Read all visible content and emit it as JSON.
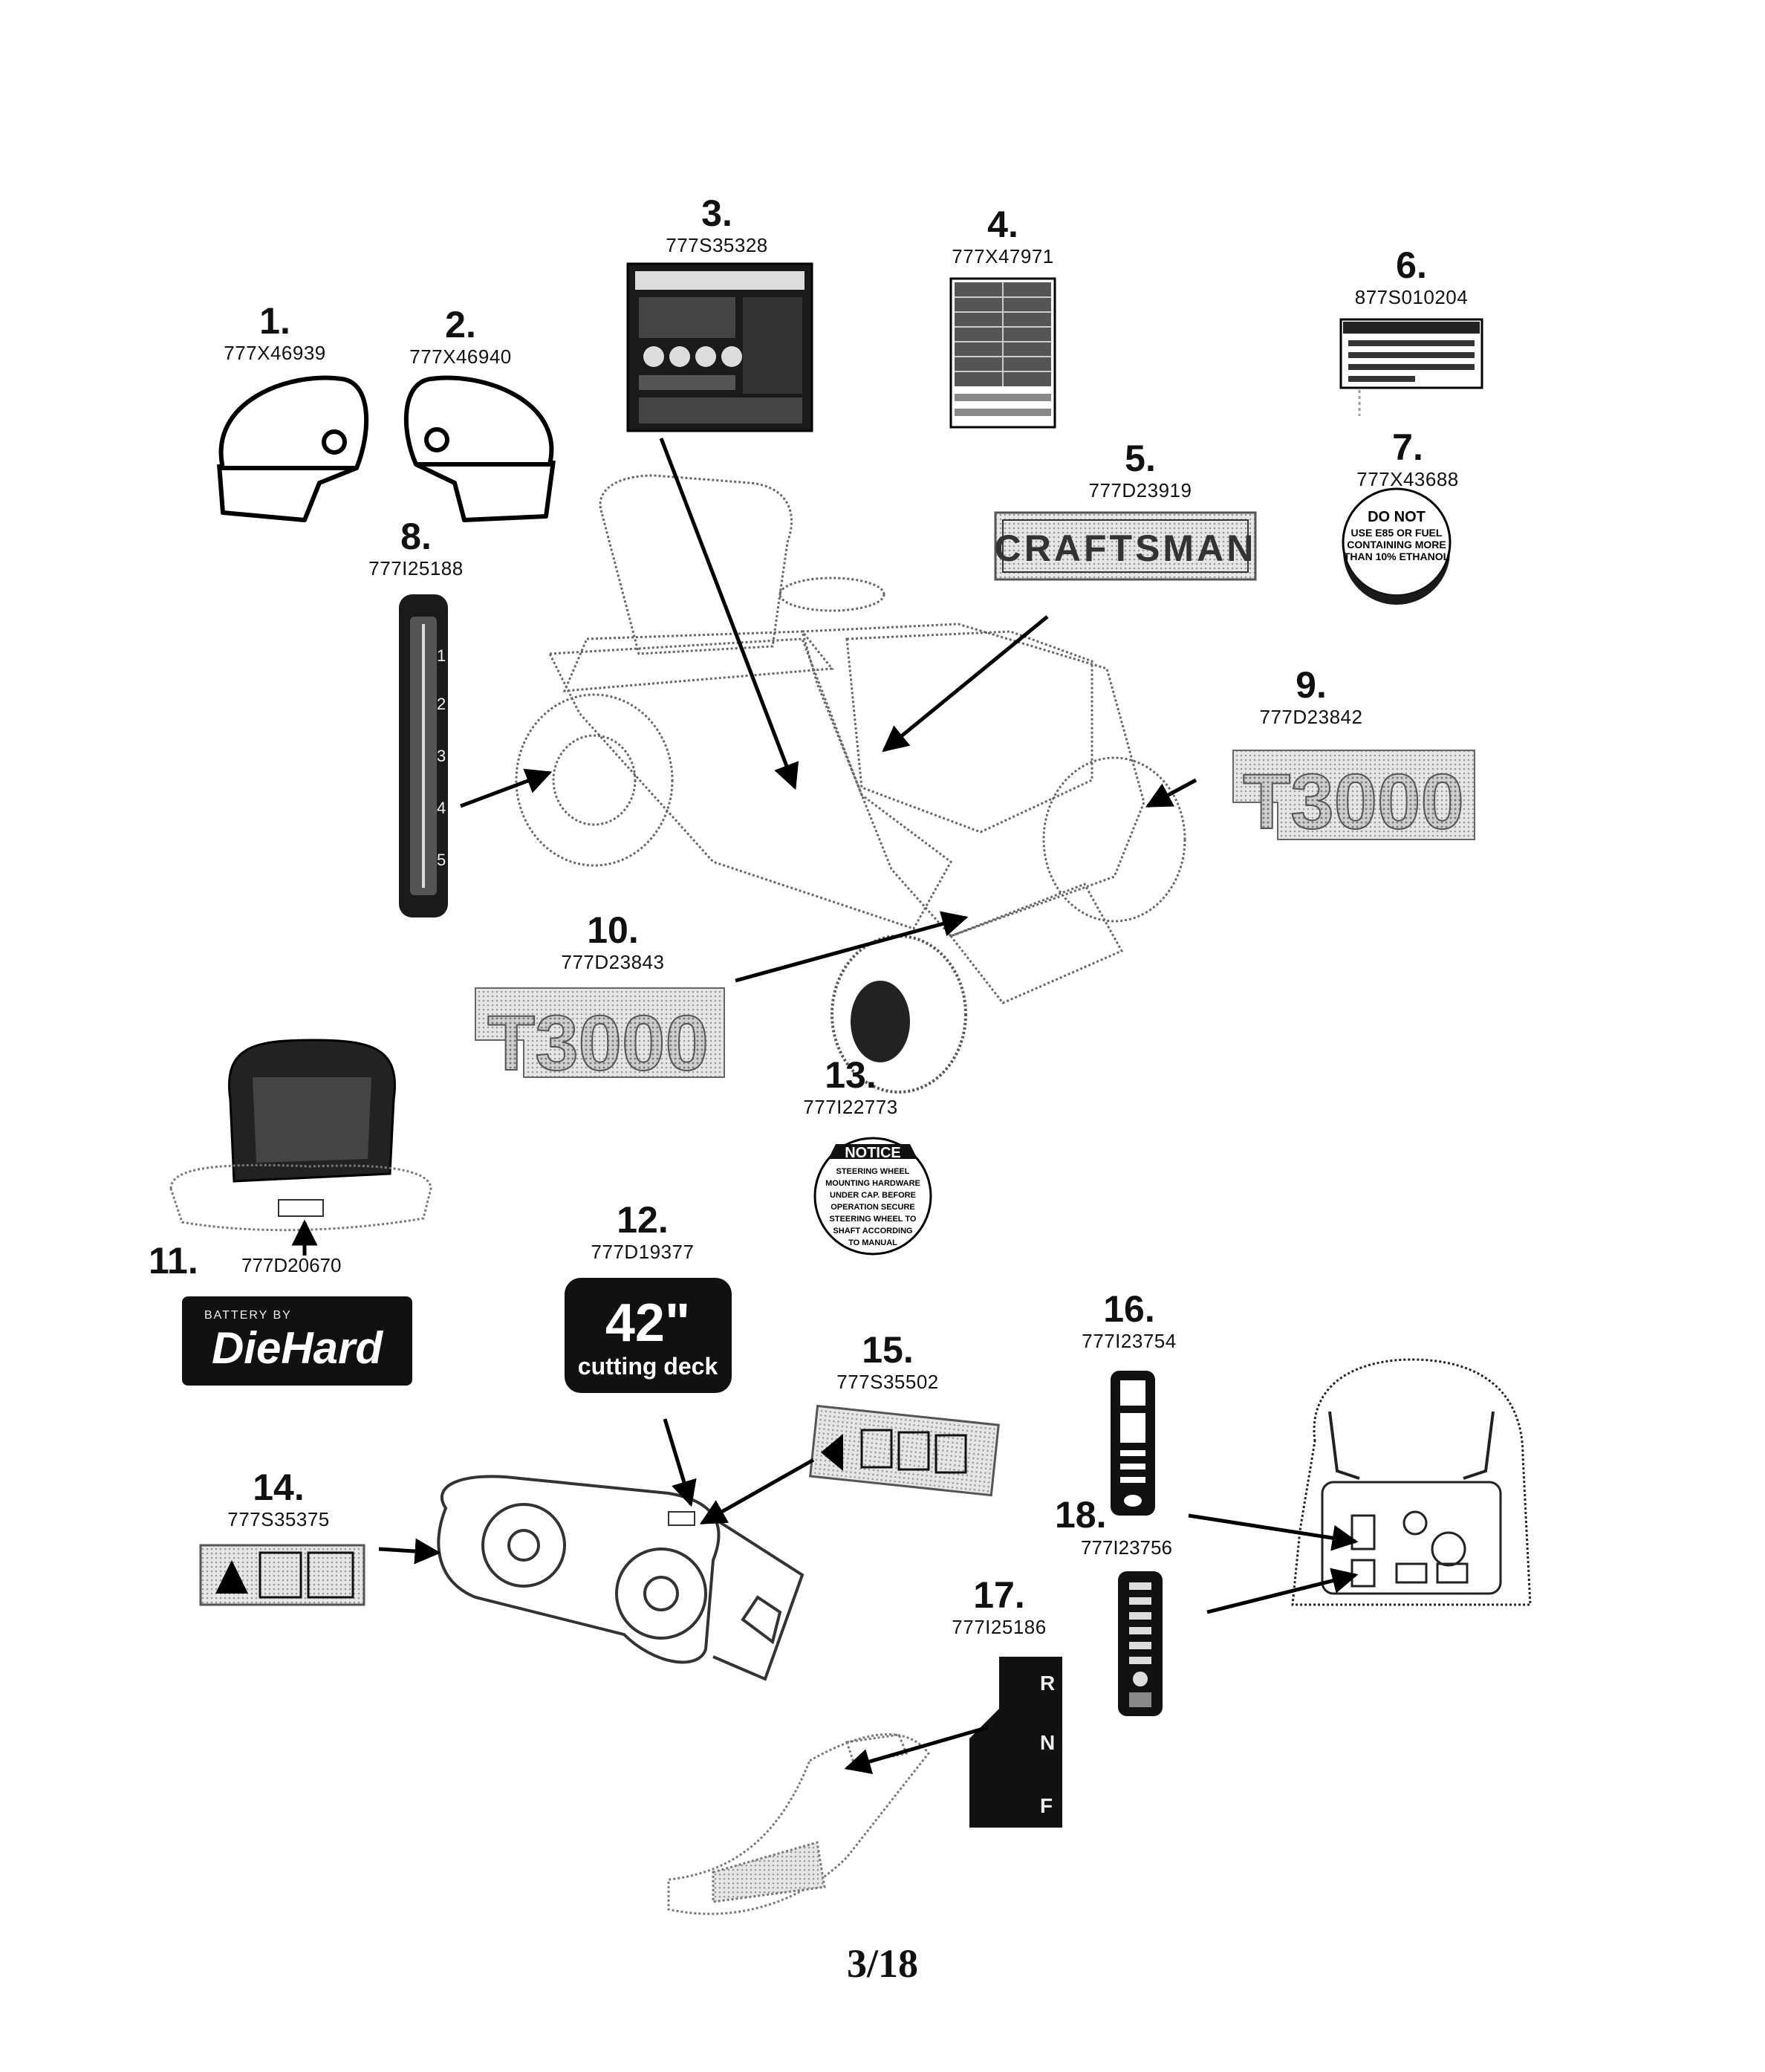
{
  "parts": [
    {
      "num": "1.",
      "pn": "777X46939"
    },
    {
      "num": "2.",
      "pn": "777X46940"
    },
    {
      "num": "3.",
      "pn": "777S35328"
    },
    {
      "num": "4.",
      "pn": "777X47971"
    },
    {
      "num": "5.",
      "pn": "777D23919"
    },
    {
      "num": "6.",
      "pn": "877S010204"
    },
    {
      "num": "7.",
      "pn": "777X43688"
    },
    {
      "num": "8.",
      "pn": "777I25188"
    },
    {
      "num": "9.",
      "pn": "777D23842"
    },
    {
      "num": "10.",
      "pn": "777D23843"
    },
    {
      "num": "11.",
      "pn": "777D20670"
    },
    {
      "num": "12.",
      "pn": "777D19377"
    },
    {
      "num": "13.",
      "pn": "777I22773"
    },
    {
      "num": "14.",
      "pn": "777S35375"
    },
    {
      "num": "15.",
      "pn": "777S35502"
    },
    {
      "num": "16.",
      "pn": "777I23754"
    },
    {
      "num": "17.",
      "pn": "777I25186"
    },
    {
      "num": "18.",
      "pn": "777I23756"
    }
  ],
  "decals": {
    "craftsman": "CRAFTSMAN",
    "model_badge": "T3000",
    "diehard_top": "BATTERY BY",
    "diehard_brand": "DieHard",
    "deck_size": "42\"",
    "deck_text": "cutting deck",
    "fuel_lines": [
      "DO NOT",
      "USE E85 OR FUEL",
      "CONTAINING MORE",
      "THAN 10% ETHANOL"
    ],
    "notice_title": "NOTICE",
    "notice_lines": [
      "STEERING WHEEL",
      "MOUNTING HARDWARE",
      "UNDER CAP. BEFORE",
      "OPERATION SECURE",
      "STEERING WHEEL TO",
      "SHAFT ACCORDING",
      "TO MANUAL"
    ],
    "throttle_marks": [
      "1",
      "2",
      "3",
      "4",
      "5"
    ],
    "shift_marks": [
      "R",
      "N",
      "F"
    ]
  },
  "page_label": "3/18"
}
